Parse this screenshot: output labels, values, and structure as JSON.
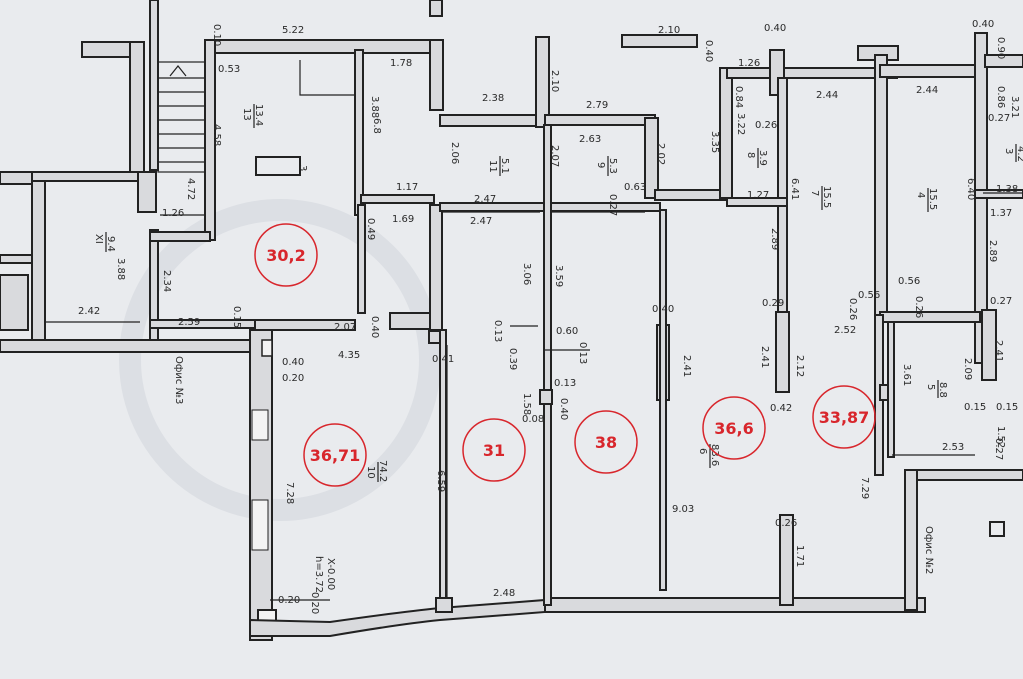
{
  "area_labels": {
    "a1": "30,2",
    "a2": "36,71",
    "a3": "31",
    "a4": "38",
    "a5": "36,6",
    "a6": "33,87"
  },
  "rooms": {
    "r13": "13",
    "r13a": "13.4",
    "r3": "3",
    "rXI": "XI",
    "rXIa": "9.4",
    "r10": "10",
    "r10a": "74.2",
    "r11": "11",
    "r11a": "5.1",
    "r9": "9",
    "r9a": "5.3",
    "r8": "8",
    "r8a": "3.9",
    "r7": "7",
    "r7a": "15.5",
    "r4": "4",
    "r4a": "15.5",
    "r3b": "3",
    "r3ba": "4.2",
    "r6": "6",
    "r6a": "83.6",
    "r5": "5",
    "r5a": "8.8",
    "r68": "6.8",
    "rX": "X-0.00",
    "rh": "h=3.72"
  },
  "offices": {
    "o3": "Офис №3",
    "o2": "Офис №2"
  },
  "dims": {
    "d522": "5.22",
    "d010": "0.10",
    "d053": "0.53",
    "d178": "1.78",
    "d458": "4.58",
    "d472": "4.72",
    "d126a": "1.26",
    "d388a": "3.88",
    "d242": "2.42",
    "d234": "2.34",
    "d259": "2.59",
    "d015a": "0.15",
    "d207a": "2.07",
    "d040a": "0.40",
    "d117": "1.17",
    "d169": "1.69",
    "d049": "0.49",
    "d040b": "0.40",
    "d020a": "0.20",
    "d435": "4.35",
    "d041": "0.41",
    "d728": "7.28",
    "d659": "6.59",
    "d020b": "0.20",
    "d020c": "0.20",
    "d238": "2.38",
    "d210a": "2.10",
    "d279": "2.79",
    "d210b": "2.10",
    "d040c": "0.40",
    "d206": "2.06",
    "d247a": "2.47",
    "d247b": "2.47",
    "d207b": "2.07",
    "d263": "2.63",
    "d202": "2.02",
    "d063": "0.63",
    "d027a": "0.27",
    "d306": "3.06",
    "d359": "3.59",
    "d013a": "0.13",
    "d039": "0.39",
    "d060": "0.60",
    "d013b": "0.13",
    "d013c": "0.13",
    "d158": "1.58",
    "d008": "0.08",
    "d040d": "0.40",
    "d248": "2.48",
    "d040e": "0.40",
    "d241a": "2.41",
    "d903": "9.03",
    "d040f": "0.40",
    "d126b": "1.26",
    "d084": "0.84",
    "d322": "3.22",
    "d026a": "0.26",
    "d335": "3.35",
    "d127": "1.27",
    "d244a": "2.44",
    "d641": "6.41",
    "d289a": "2.89",
    "d029": "0.29",
    "d241b": "2.41",
    "d212": "2.12",
    "d042": "0.42",
    "d026b": "0.26",
    "d171": "1.71",
    "d056a": "0.56",
    "d026c": "0.26",
    "d252": "2.52",
    "d729": "7.29",
    "d040g": "0.40",
    "d090": "0.90",
    "d244b": "2.44",
    "d086": "0.86",
    "d027b": "0.27",
    "d640": "6.40",
    "d138": "1.38",
    "d137": "1.37",
    "d289b": "2.89",
    "d056b": "0.56",
    "d026d": "0.26",
    "d027c": "0.27",
    "d361": "3.61",
    "d209": "2.09",
    "d241c": "2.41",
    "d015b": "0.15",
    "d015c": "0.15",
    "d253": "2.53",
    "d152": "1.52",
    "d027d": "0.27",
    "d321": "3.21"
  }
}
